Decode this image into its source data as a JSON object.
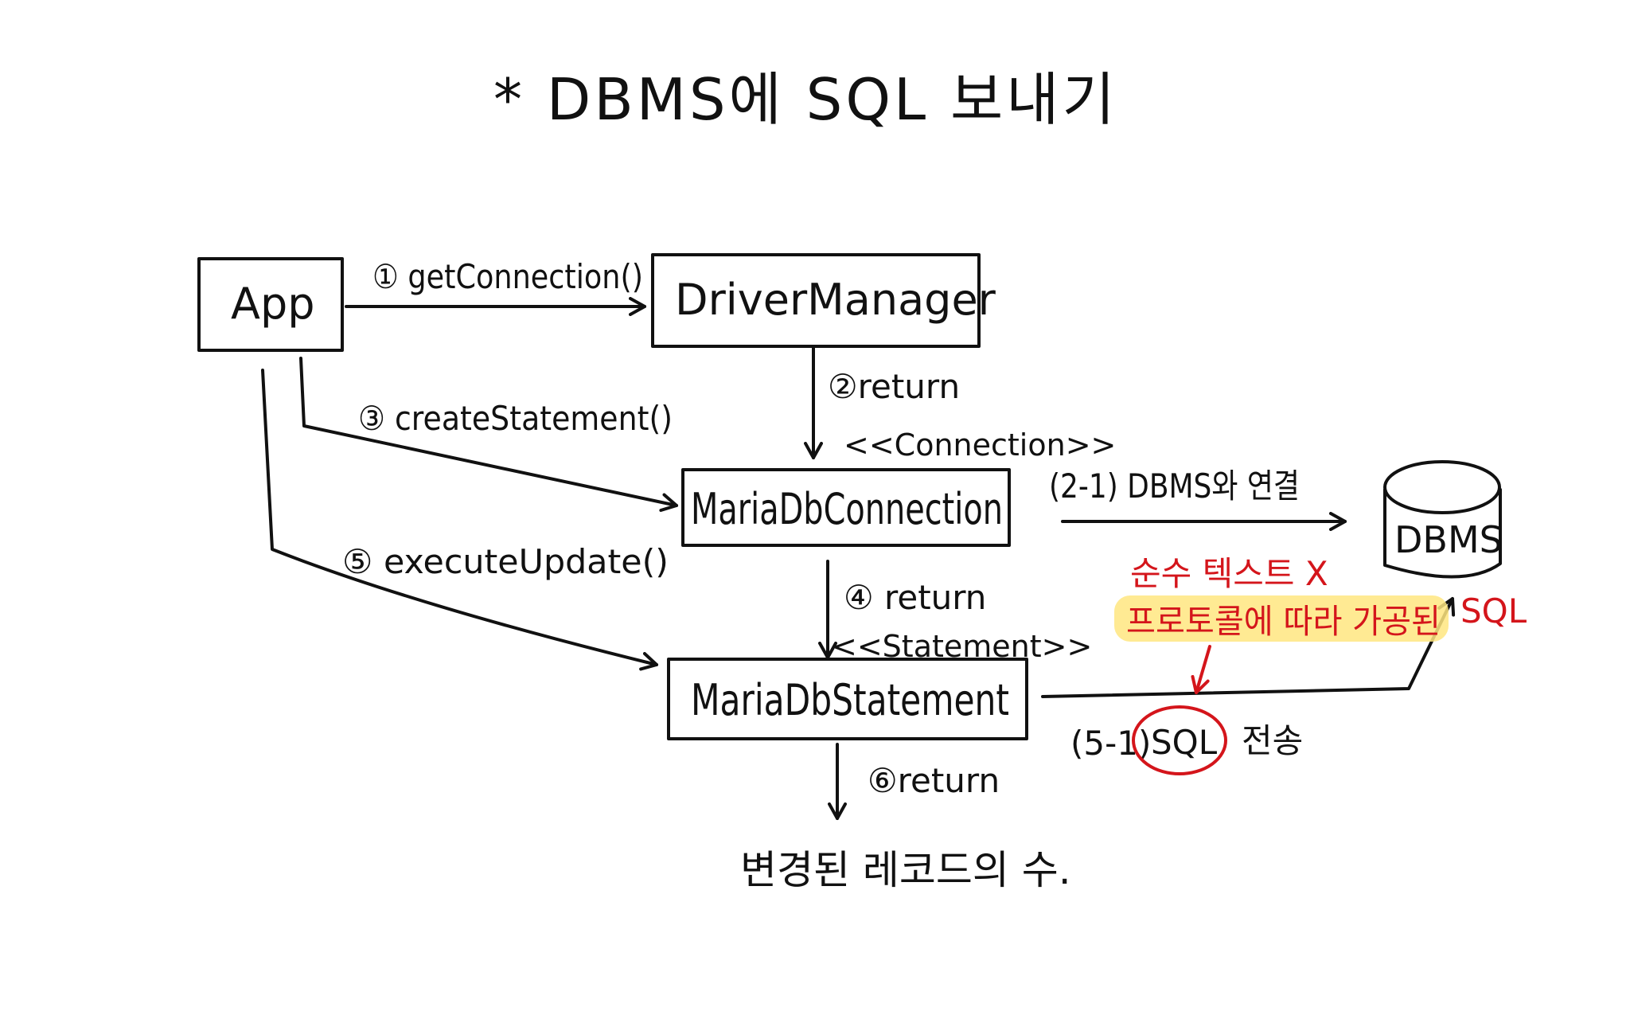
{
  "title": "* DBMS에 SQL 보내기",
  "nodes": {
    "app": "App",
    "driver_manager": "DriverManager",
    "maria_connection": "MariaDbConnection",
    "maria_statement": "MariaDbStatement",
    "dbms": "DBMS"
  },
  "edges": {
    "get_connection": "① getConnection()",
    "return_2": "②return",
    "connection_type": "<<Connection>>",
    "create_statement": "③ createStatement()",
    "return_4": "④ return",
    "statement_type": "<<Statement>>",
    "execute_update": "⑤ executeUpdate()",
    "return_6": "⑥return",
    "dbms_connect": "(2-1) DBMS와 연결",
    "sql_send_num": "(5-1)",
    "sql_send_sql": "SQL",
    "sql_send_text": "전송"
  },
  "notes": {
    "not_plain_text": "순수 텍스트 X",
    "protocol_sql_prefix": "프로토콜에 따라 가공된",
    "protocol_sql_suffix": "SQL"
  },
  "result": "변경된 레코드의 수."
}
